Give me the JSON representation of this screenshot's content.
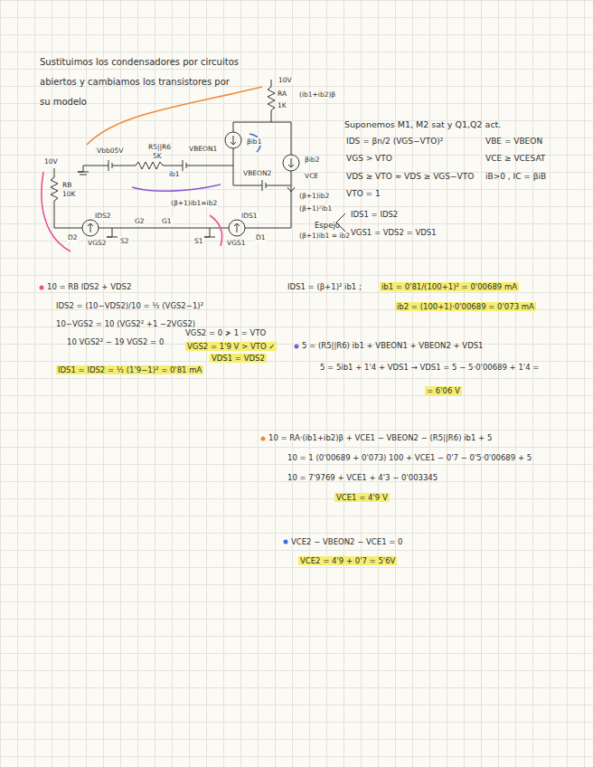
{
  "diagram": {
    "labels": [
      "Sustituimos los condensadores por circuitos abiertos y cambiamos los transistores por su modelo",
      "Suponemos M1, M2 sat y Q1,Q2 act.",
      "IDS = βn/2 (VGS−VTO)²",
      "VBE = VBEON",
      "VGS > VTO",
      "VCE ≥ VCESAT",
      "VDS ≥ VTO ≈ VDS ≥ VGS−VTO",
      "iB>0 , IC = βiB",
      "VTO = 1",
      "IDS1 = IDS2",
      "Espejo",
      "VGS1 = VDS2 = VDS1",
      "10V",
      "RA",
      "1K",
      "(ib1+ib2)β",
      "Vbb05V",
      "R5||R6",
      "5K",
      "VBEON1",
      "βib1",
      "ib1",
      "VBEON2",
      "βib2",
      "VCE",
      "(β+1)ib1=ib2",
      "(β+1)ib2",
      "(β+1)²ib1",
      "(β+1)ib1 = ib2",
      "10V",
      "RB",
      "10K",
      "IDS2",
      "IDS1",
      "VGS2",
      "VGS1",
      "G2",
      "G1",
      "S2",
      "S1",
      "D2",
      "D1",
      "10 = RB IDS2 + VDS2",
      "IDS2 = (10−VDS2)/10 = ½ (VGS2−1)²",
      "10−VGS2 = 10 (VGS2² +1 −2VGS2)",
      "10 VGS2² − 19 VGS2 = 0",
      "VGS2 = 0 ≯ 1 = VTO",
      "VGS2 = 1'9 V > VTO ✓",
      "VDS1 = VDS2",
      "IDS1 = IDS2 = ½ (1'9−1)² = 0'81 mA",
      "IDS1 = (β+1)² ib1 ;",
      "ib1 = 0'81/(100+1)² = 0'00689 mA",
      "ib2 = (100+1)·0'00689 = 0'073 mA",
      "5 = (R5||R6) ib1 + VBEON1 + VBEON2 + VDS1",
      "5 = 5ib1 + 1'4 + VDS1 → VDS1 = 5 − 5·0'00689 + 1'4 =",
      "= 6'06 V",
      "10 = RA·(ib1+ib2)β + VCE1 − VBEON2 − (R5||R6) ib1 + 5",
      "10 = 1 (0'00689 + 0'073) 100 + VCE1 − 0'7 − 0'5·0'00689 + 5",
      "10 = 7'9769 + VCE1 + 4'3 − 0'003345",
      "VCE1 = 4'9 V",
      "VCE2 − VBEON2 − VCE1 = 0",
      "VCE2 = 4'9 + 0'7 = 5'6V"
    ]
  }
}
